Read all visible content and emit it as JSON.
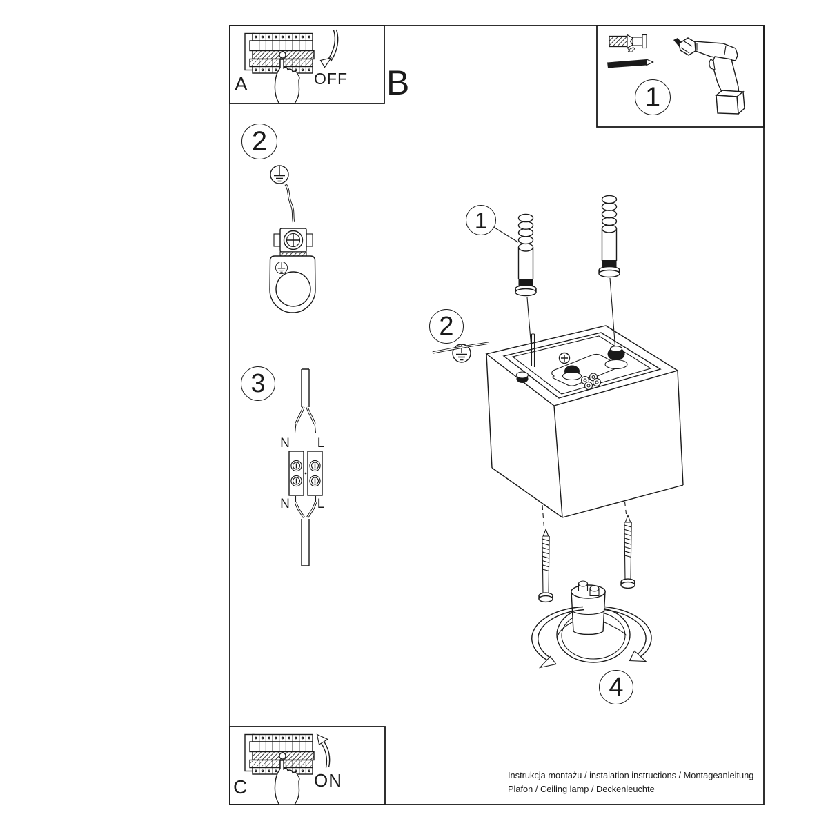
{
  "frames": {
    "a": {
      "letter": "A",
      "switch_label": "OFF"
    },
    "b": {
      "letter": "B"
    },
    "c": {
      "letter": "C",
      "switch_label": "ON"
    },
    "parts": {
      "number": "1",
      "screw_count": "x2"
    }
  },
  "steps": {
    "plugs": "1",
    "earth_left": "2",
    "earth_cube": "2",
    "wires": "3",
    "bulb": "4"
  },
  "wiring": {
    "n_top": "N",
    "l_top": "L",
    "n_bottom": "N",
    "l_bottom": "L"
  },
  "footer": {
    "line1": "Instrukcja montażu / instalation instructions / Montageanleitung",
    "line2": "Plafon / Ceiling lamp / Deckenleuchte"
  },
  "colors": {
    "ink": "#1a1a1a",
    "paper": "#ffffff"
  }
}
